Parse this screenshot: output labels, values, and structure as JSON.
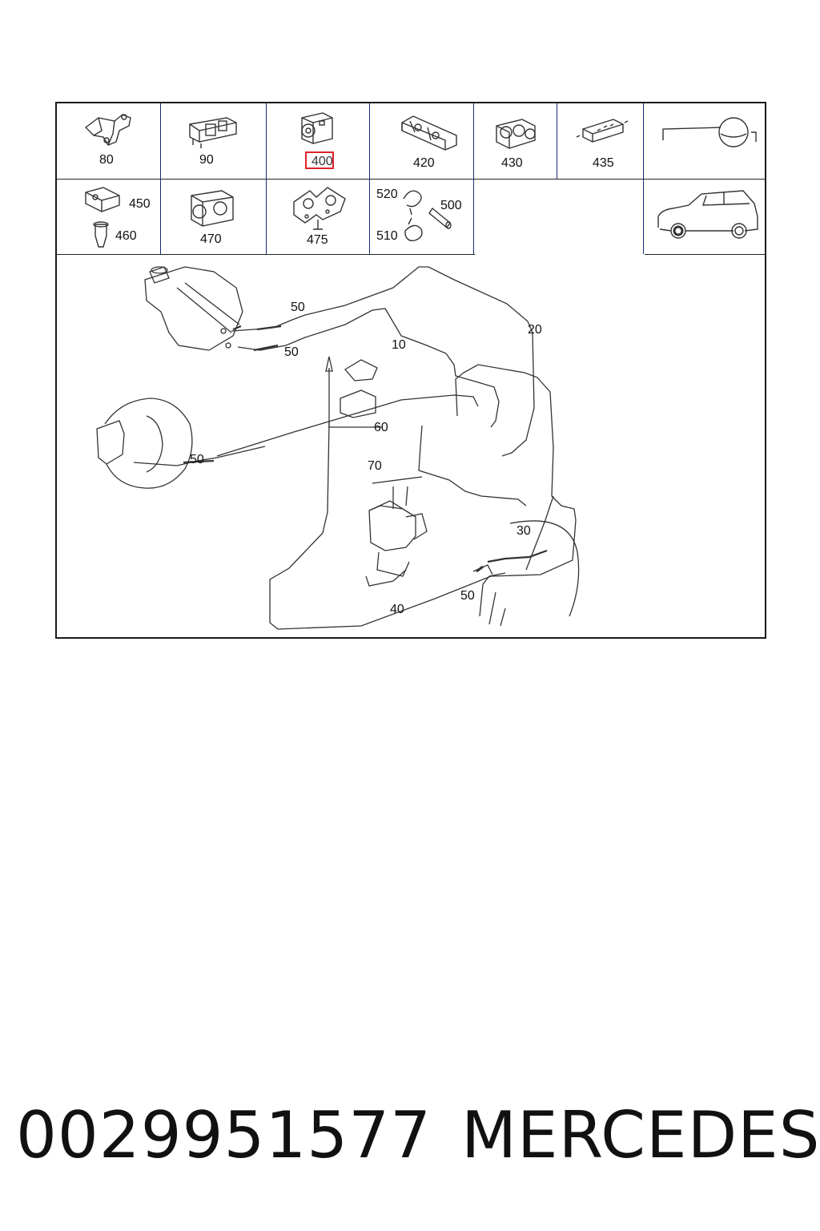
{
  "thumbnails": {
    "row1": [
      "80",
      "90",
      "400",
      "420",
      "430",
      "435"
    ],
    "row2": {
      "c1_top": "450",
      "c1_bottom": "460",
      "c2": "470",
      "c3": "475",
      "c4_tl": "520",
      "c4_tr": "500",
      "c4_bl": "510"
    },
    "highlighted": "400"
  },
  "callouts": {
    "c50_a": "50",
    "c50_b": "50",
    "c10": "10",
    "c20": "20",
    "c60": "60",
    "c70": "70",
    "c50_c": "50",
    "c30": "30",
    "c50_d": "50",
    "c40": "40"
  },
  "footer": {
    "part_number": "0029951577",
    "brand": "MERCEDES"
  },
  "colors": {
    "highlight": "#e0202a",
    "divider": "#1c2a7a",
    "lines": "#333333"
  }
}
